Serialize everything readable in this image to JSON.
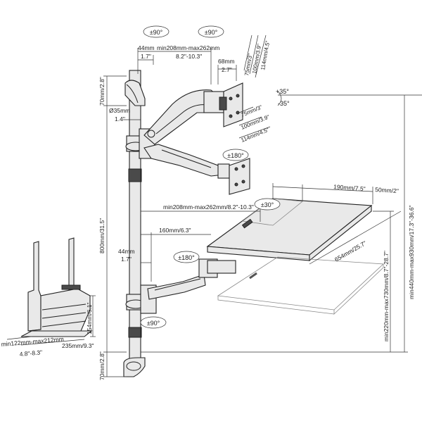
{
  "labels": {
    "rot_top_left": "±90°",
    "rot_top_right": "±90°",
    "arm_reach_in": "44mm",
    "arm_reach_in_imp": "1.7\"",
    "arm_extend": "min208mm-max262mm",
    "arm_extend_imp": "8.2\"-10.3\"",
    "vesa_offset": "68mm",
    "vesa_offset_imp": "2.7\"",
    "vesa_v1": "75mm/3\"",
    "vesa_v2": "100mm/3.9\"",
    "vesa_v3": "114mm/4.5\"",
    "vesa_h1": "75mm/3\"",
    "vesa_h2": "100mm/3.9\"",
    "vesa_h3": "114mm/4.5\"",
    "tilt_up": "+35°",
    "tilt_down": "-35°",
    "rot_180_top": "±180°",
    "clamp_top": "70mm/2.8\"",
    "pole_dia": "Ø35mm",
    "pole_dia_imp": "1.4\"",
    "pole_height": "800mm/31.5\"",
    "kb_width": "190mm/7.5\"",
    "kb_width2": "50mm/2\"",
    "kb_arm_extend": "min208mm-max262mm/8.2\"-10.3\"",
    "rot_30": "±30°",
    "kb_offset": "160mm/6.3\"",
    "kb_reach_in": "44mm",
    "kb_reach_in_imp": "1.7\"",
    "rot_180_mid": "±180°",
    "kb_depth": "654mm/25.7\"",
    "kb_height_range": "min220mm-max730mm/8.7\"-28.7\"",
    "total_height": "min440mm-max930mm/17.3\"-36.6\"",
    "rot_90_bottom": "±90°",
    "clamp_bottom": "70mm/2.8\"",
    "cpu_height": "154mm/6.1\"",
    "cpu_depth": "235mm/9.3\"",
    "cpu_width": "min122mm-max212mm",
    "cpu_width_imp": "4.8\"-8.3\""
  }
}
